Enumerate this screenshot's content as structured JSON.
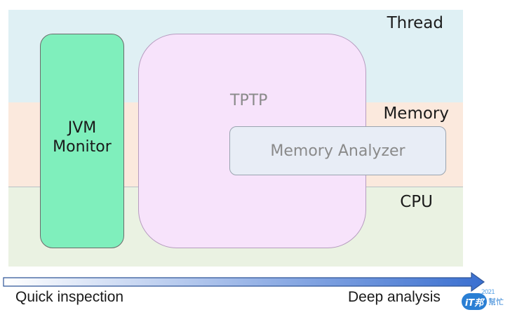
{
  "layers": [
    {
      "label": "Thread"
    },
    {
      "label": "Memory"
    },
    {
      "label": "CPU"
    }
  ],
  "tools": {
    "jvm_monitor": "JVM\nMonitor",
    "tptp": "TPTP",
    "memory_analyzer": "Memory Analyzer"
  },
  "axis": {
    "left_label": "Quick inspection",
    "right_label": "Deep analysis"
  },
  "logo": {
    "badge": "iT邦",
    "text": "幫忙",
    "digits": "2021"
  },
  "colors": {
    "thread_band": "#dff0f4",
    "memory_band": "#fbe9dd",
    "cpu_band": "#eaf2e2",
    "jvm_box": "#7fefbc",
    "tptp_box": "#f7e3fb",
    "memory_analyzer_box": "#e8edf6",
    "arrow_start": "#ffffff",
    "arrow_end": "#3a6fd0"
  }
}
